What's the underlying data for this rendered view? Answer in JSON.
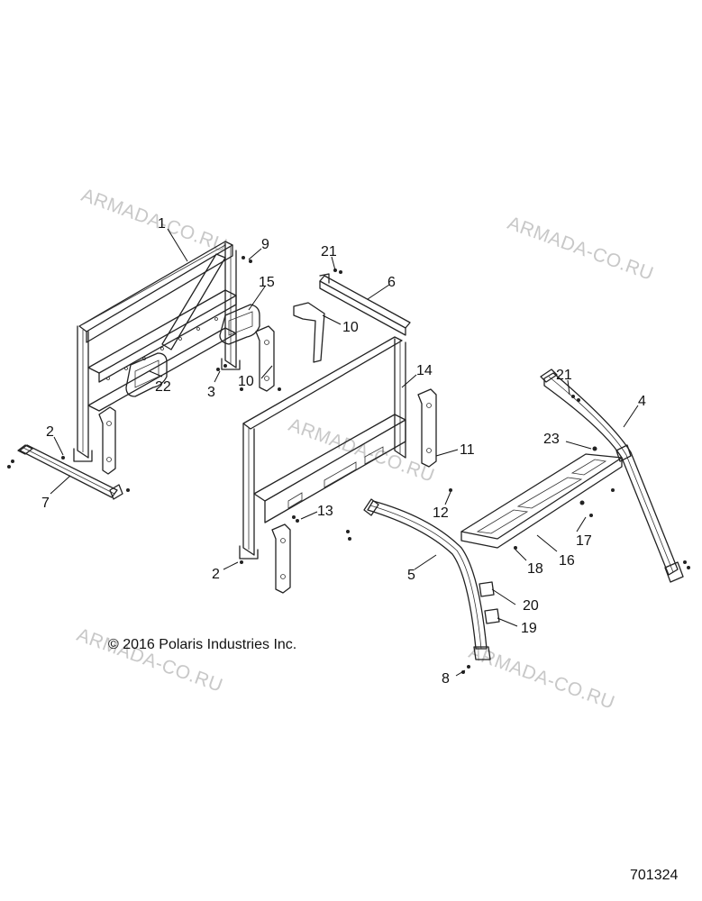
{
  "watermark": {
    "text": "ARMADA-CO.RU",
    "color": "#c8c8c8"
  },
  "copyright": "© 2016 Polaris Industries Inc.",
  "part_number": "701324",
  "callouts": [
    {
      "id": "c1",
      "label": "1"
    },
    {
      "id": "c9",
      "label": "9"
    },
    {
      "id": "c15",
      "label": "15"
    },
    {
      "id": "c21a",
      "label": "21"
    },
    {
      "id": "c6",
      "label": "6"
    },
    {
      "id": "c10a",
      "label": "10"
    },
    {
      "id": "c10b",
      "label": "10"
    },
    {
      "id": "c3",
      "label": "3"
    },
    {
      "id": "c22",
      "label": "22"
    },
    {
      "id": "c14",
      "label": "14"
    },
    {
      "id": "c2a",
      "label": "2"
    },
    {
      "id": "c7",
      "label": "7"
    },
    {
      "id": "c11",
      "label": "11"
    },
    {
      "id": "c12",
      "label": "12"
    },
    {
      "id": "c13",
      "label": "13"
    },
    {
      "id": "c2b",
      "label": "2"
    },
    {
      "id": "c5",
      "label": "5"
    },
    {
      "id": "c21b",
      "label": "21"
    },
    {
      "id": "c4",
      "label": "4"
    },
    {
      "id": "c23",
      "label": "23"
    },
    {
      "id": "c17",
      "label": "17"
    },
    {
      "id": "c16",
      "label": "16"
    },
    {
      "id": "c18",
      "label": "18"
    },
    {
      "id": "c20",
      "label": "20"
    },
    {
      "id": "c19",
      "label": "19"
    },
    {
      "id": "c8",
      "label": "8"
    }
  ]
}
